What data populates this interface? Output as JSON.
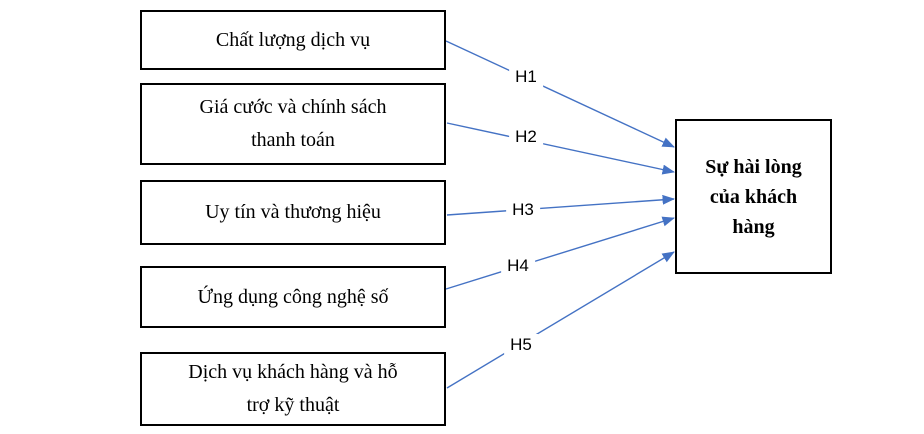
{
  "diagram": {
    "title": "Customer satisfaction research model",
    "factors": [
      {
        "label": "Chất lượng dịch vụ",
        "hypothesis": "H1"
      },
      {
        "label": "Giá cước và chính sách\nthanh toán",
        "hypothesis": "H2"
      },
      {
        "label": "Uy tín và thương hiệu",
        "hypothesis": "H3"
      },
      {
        "label": "Ứng dụng công nghệ số",
        "hypothesis": "H4"
      },
      {
        "label": "Dịch vụ khách hàng và hỗ\ntrợ kỹ thuật",
        "hypothesis": "H5"
      }
    ],
    "outcome": {
      "label": "Sự hài lòng\ncủa khách\nhàng"
    },
    "colors": {
      "arrow": "#4472C4",
      "border": "#000000"
    }
  }
}
